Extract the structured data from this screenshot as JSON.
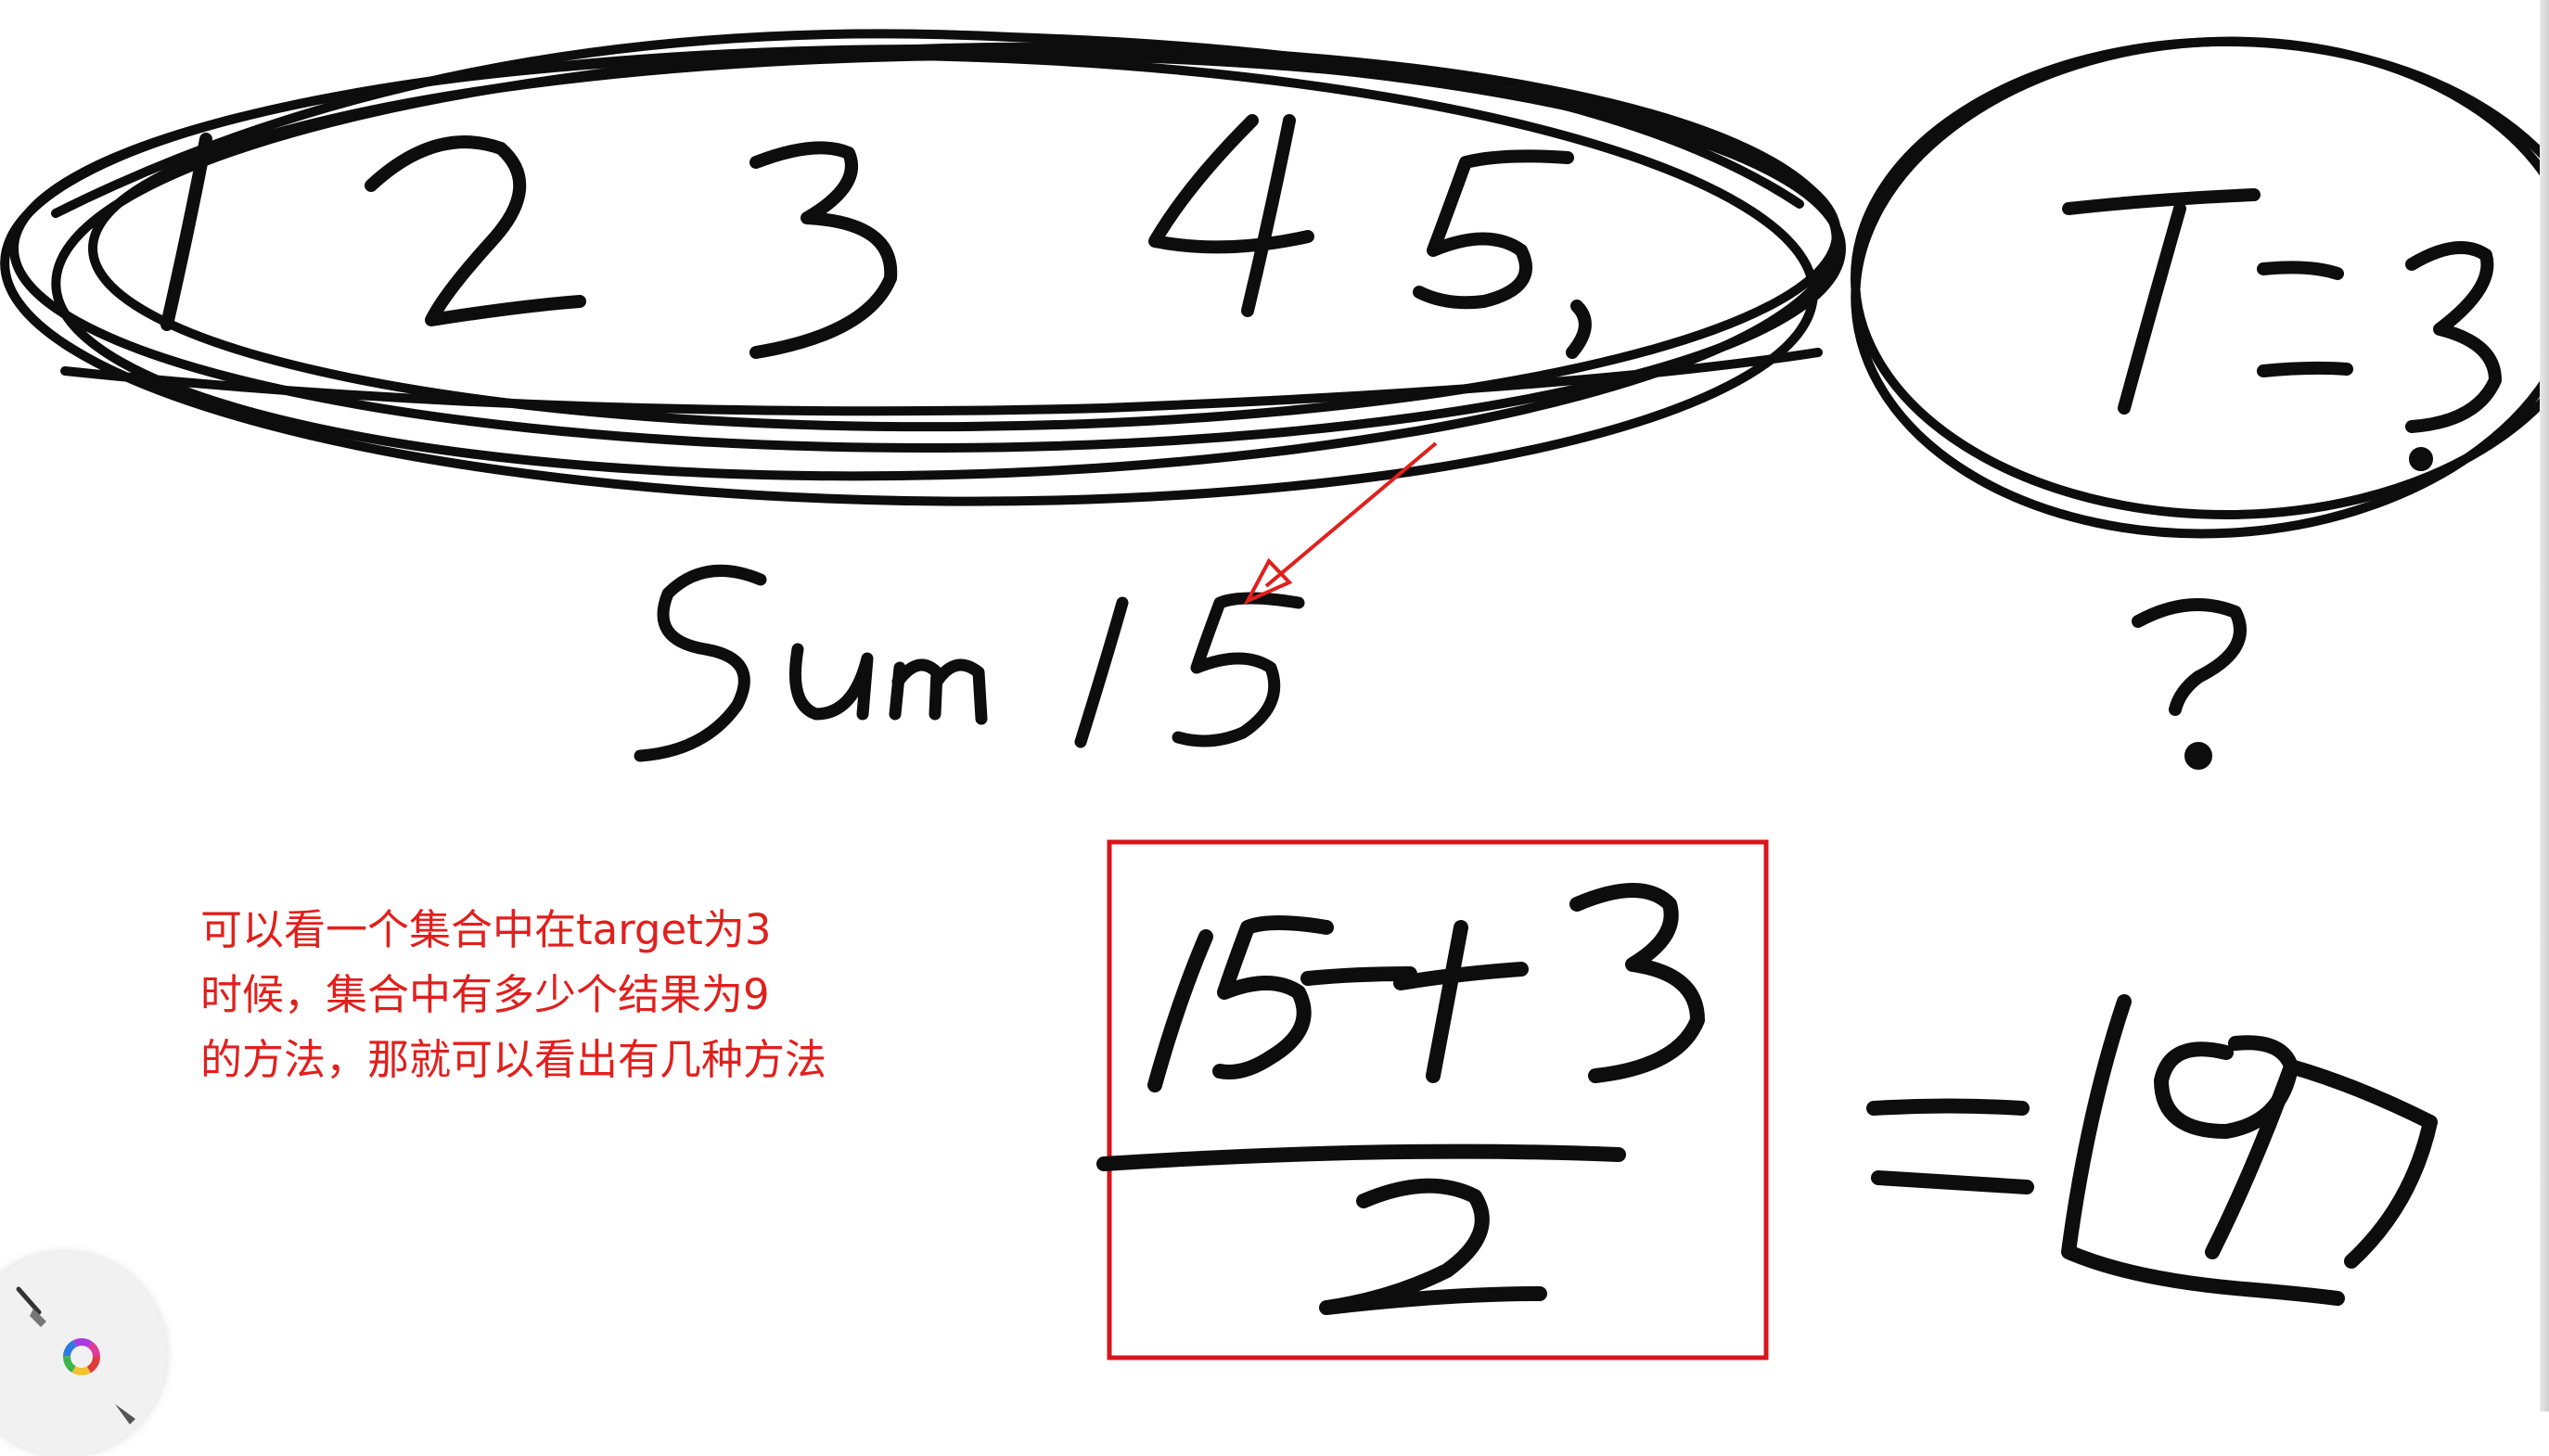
{
  "annotation": {
    "lines": [
      "可以看一个集合中在target为3",
      "时候，集合中有多少个结果为9",
      "的方法，那就可以看出有几种方法"
    ]
  },
  "colors": {
    "ink": "#0d0d0d",
    "annotation": "#e0201d",
    "highlight_box": "#d9151b",
    "arrow": "#e0201d",
    "background": "#ffffff"
  },
  "icons": [
    "brush-icon",
    "color-wheel-icon",
    "pencil-icon"
  ]
}
